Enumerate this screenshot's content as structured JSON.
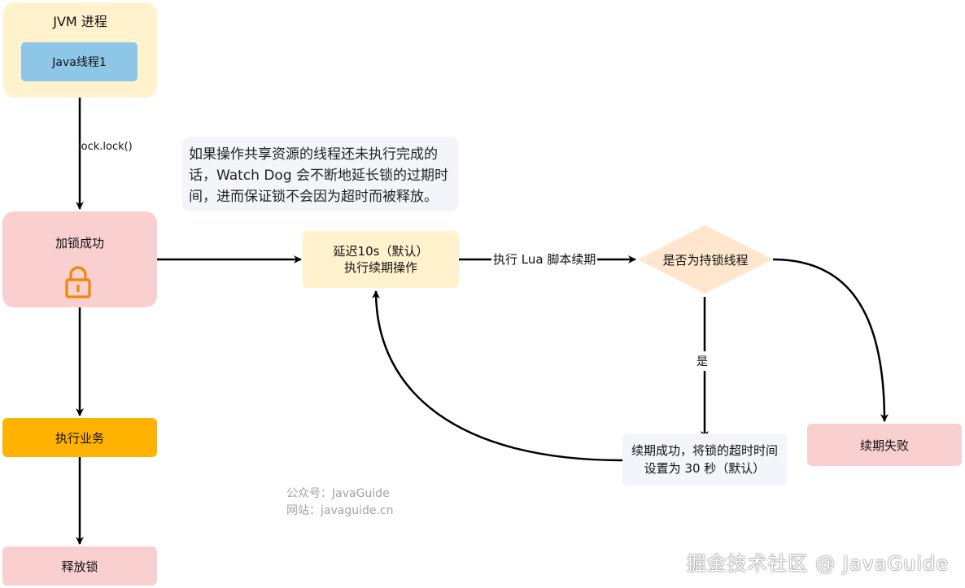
{
  "nodes": {
    "jvm_title": "JVM 进程",
    "java_thread": "Java线程1",
    "lock_success": "加锁成功",
    "exec_business": "执行业务",
    "release_lock": "释放锁",
    "delay_line1": "延迟10s（默认）",
    "delay_line2": "执行续期操作",
    "holder_check": "是否为持锁线程",
    "renew_ok_line1": "续期成功，将锁的超时时间",
    "renew_ok_line2": "设置为 30 秒（默认）",
    "renew_fail": "续期失败"
  },
  "edges": {
    "lock_call": "lock.lock()",
    "exec_lua": "执行 Lua 脚本续期",
    "yes": "是"
  },
  "note": {
    "line1": "如果操作共享资源的线程还未执行完成的",
    "line2": "话，Watch Dog 会不断地延长锁的过期时",
    "line3": "间，进而保证锁不会因为超时而被释放。"
  },
  "footer": {
    "wechat": "公众号：JavaGuide",
    "site": "网站：javaguide.cn",
    "watermark": "掘金技术社区 @ JavaGuide"
  },
  "colors": {
    "process_bg": "#fff2cc",
    "thread_bg": "#8ec6e8",
    "lock_bg": "#f9cfd0",
    "business_bg": "#ffb300",
    "note_bg": "#f3f5fb",
    "diamond_bg": "#ffe6cc",
    "lock_icon": "#f08705"
  },
  "icons": {
    "lock": "padlock-icon"
  }
}
